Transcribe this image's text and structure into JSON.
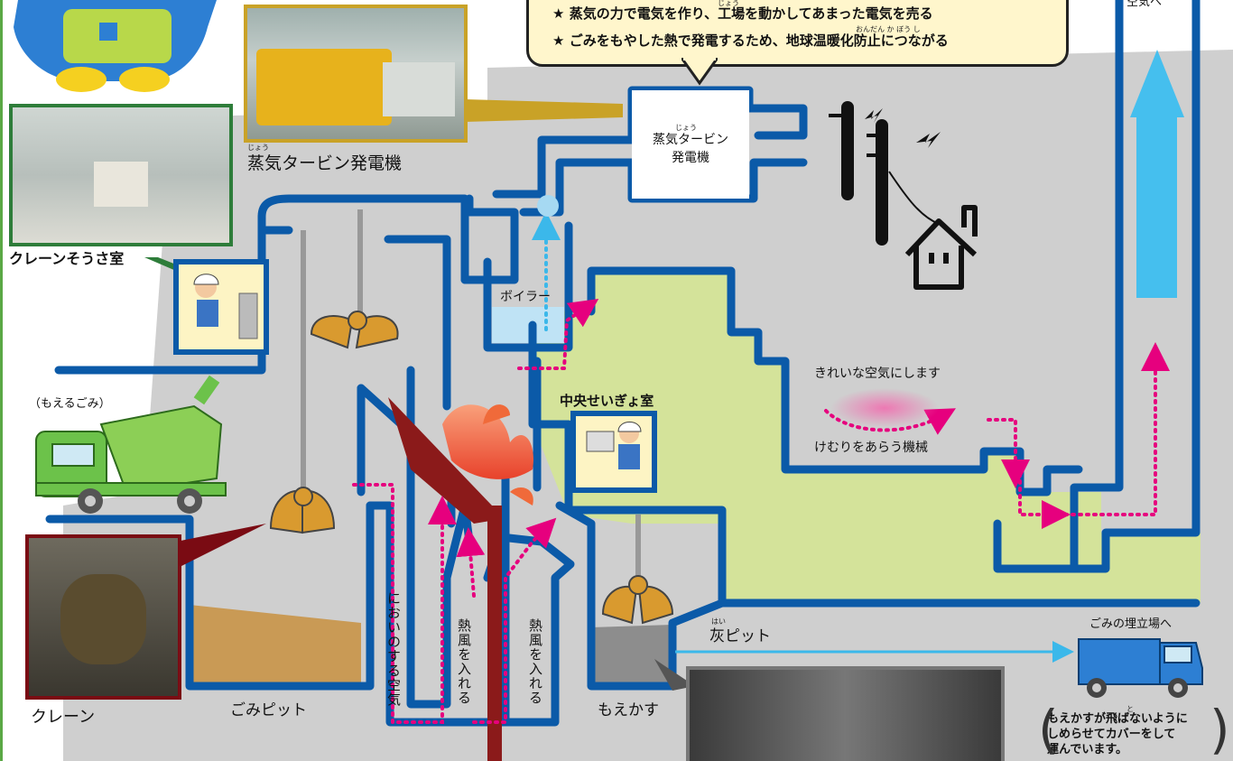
{
  "callout": {
    "ruby": "じょう",
    "line1": "蒸気の力で電気を作り、工場を動かしてあまった電気を売る",
    "line2": "ごみをもやした熱で発電するため、地球温暖化防止につながる",
    "line2_ruby": "おんだん か ぼう し",
    "star": "★"
  },
  "top_right_label": "空気へ",
  "photos": {
    "turbine": {
      "label": "蒸気タービン発電機",
      "ruby": "じょう"
    },
    "crane_room": {
      "label": "クレーンそうさ室"
    },
    "crane": {
      "label": "クレーン"
    }
  },
  "labels": {
    "turbine_box": "蒸気タービン\n発電機",
    "turbine_box_ruby": "じょう",
    "boiler": "ボイラー",
    "burnable": "（もえるごみ）",
    "central_control": "中央せいぎょ室",
    "clean_air": "きれいな空気にします",
    "smoke_wash": "けむりをあらう機械",
    "smelly_air": "においのする空気",
    "hot_air_1": "熱風を入れる",
    "hot_air_2": "熱風を入れる",
    "garbage_pit": "ごみピット",
    "ash_pit": "灰ピット",
    "ash_pit_ruby": "はい",
    "ash": "もえかす",
    "landfill": "ごみの埋立場へ",
    "note": "もえかすが飛ばないように\nしめらせてカバーをして\n運んでいます。",
    "note_ruby": "と"
  },
  "colors": {
    "pipe_blue": "#0b5aa8",
    "pit_green": "#d4e39a",
    "shadow_grey": "#cfcfcf",
    "dot_pink": "#e6007e",
    "steam_blue": "#3bb8ea",
    "callout_bg": "#fff6cc",
    "crane_photo_frame": "#7a0b13",
    "room_photo_frame": "#2e7d3a",
    "turbine_photo_frame": "#c9a227"
  }
}
